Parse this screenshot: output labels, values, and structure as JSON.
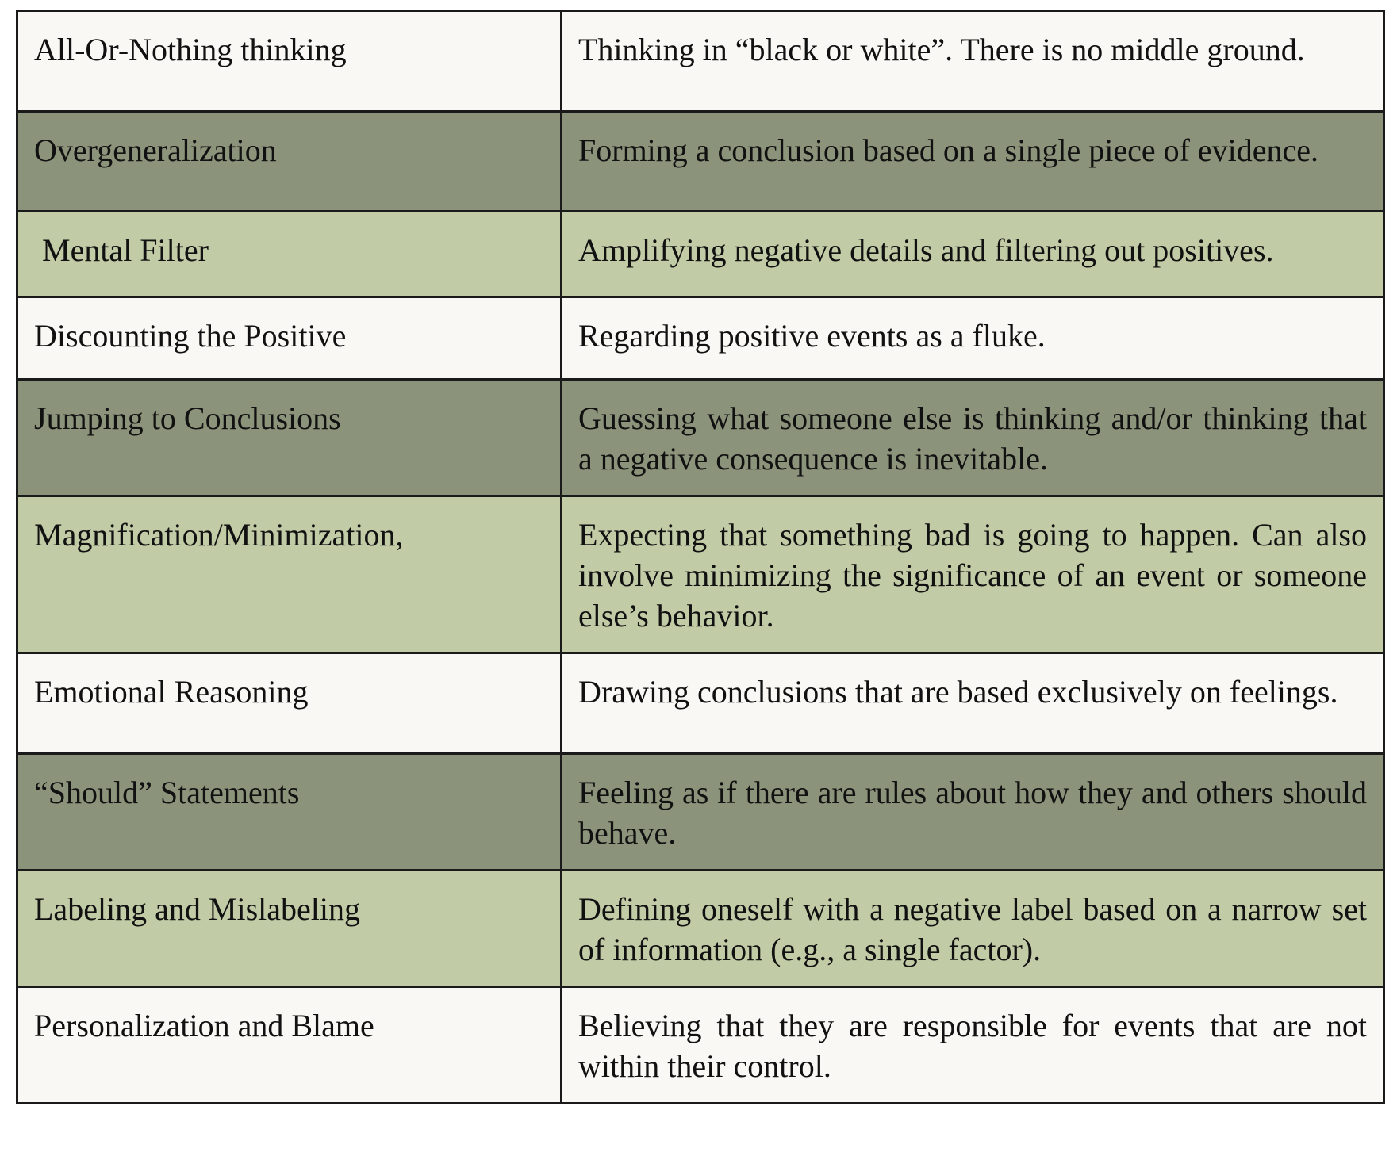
{
  "table": {
    "rows": [
      {
        "term": "All-Or-Nothing thinking",
        "definition": "Thinking in “black or white”. There is no middle ground.",
        "shade": "white"
      },
      {
        "term": "Overgeneralization",
        "definition": "Forming a conclusion based on a single piece of evidence.",
        "shade": "dark"
      },
      {
        "term": " Mental Filter",
        "definition": "Amplifying negative details and filtering out positives.",
        "shade": "light"
      },
      {
        "term": "Discounting the Positive",
        "definition": "Regarding positive events as a fluke.",
        "shade": "white"
      },
      {
        "term": "Jumping to Conclusions",
        "definition": "Guessing what someone else is thinking and/or thinking that a negative consequence is inevitable.",
        "shade": "dark"
      },
      {
        "term": "Magnification/Minimization,",
        "definition": "Expecting that something bad is going to happen. Can also involve minimizing the significance of an event or someone else’s behavior.",
        "shade": "light"
      },
      {
        "term": "Emotional Reasoning",
        "definition": "Drawing conclusions that are based exclusively on feelings.",
        "shade": "white"
      },
      {
        "term": "“Should” Statements",
        "definition": "Feeling as if there are rules about how they and others should behave.",
        "shade": "dark"
      },
      {
        "term": "Labeling and Mislabeling",
        "definition": "Defining oneself with a negative label based on a narrow set of information (e.g., a single factor).",
        "shade": "light"
      },
      {
        "term": "Personalization and Blame",
        "definition": "Believing that they are responsible for events that are not within their control.",
        "shade": "white"
      }
    ],
    "colors": {
      "white": "#f9f8f4",
      "dark": "#8b937a",
      "light": "#c1cba6",
      "border": "#1a1a1a"
    }
  }
}
